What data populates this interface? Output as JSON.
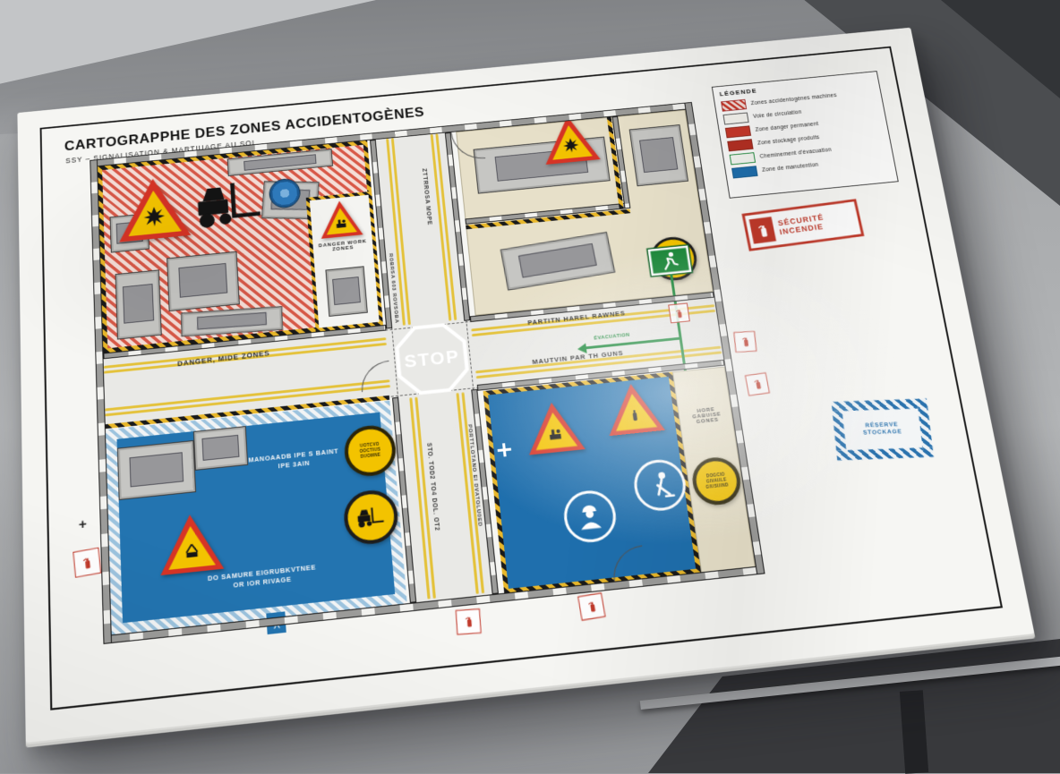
{
  "title": {
    "main": "CARTOGRAPPHE DES ZONES ACCIDENTOGÈNES",
    "sub": "SSY – SIGNALISATION & MARTIUAGE AU SOL"
  },
  "legend": {
    "title": "LÉGENDE",
    "items": [
      {
        "label": "Zones accidentogènes machines"
      },
      {
        "label": "Voie de circulation"
      },
      {
        "label": "Zone danger permanent"
      },
      {
        "label": "Zone stockage produits"
      },
      {
        "label": "Cheminement d'évacuation"
      },
      {
        "label": "Zone de manutention"
      }
    ]
  },
  "stamps": {
    "fire": {
      "line1": "SÉCURITÉ",
      "line2": "INCENDIE"
    },
    "blue": {
      "line1": "RÉSERVE",
      "line2": "STOCKAGE"
    }
  },
  "stop": "STOP",
  "plus_mark": "+",
  "zones": {
    "top_left": {
      "sign_label": "DANGER WORK ZONES",
      "zone_label": "DANGER, MIDE ZONES"
    },
    "top_right": {
      "corridor_label_1": "PARTITN HAREL RAWNES",
      "corridor_label_2": "MAUTVIN PAR TH GUNS"
    },
    "bottom_left": {
      "center_label_1": "MANOAADB IPE S BAINT",
      "center_label_2": "IPE 3AIN",
      "bottom_label_1": "DO SAMURE EIGRUBKVTNEE",
      "bottom_label_2": "OR IOR RIVAGE",
      "badge": {
        "line1": "UOTCVO",
        "line2": "OOCTIUS",
        "line3": "DUOMNE"
      }
    },
    "bottom_right": {
      "area_label_1": "HORE GABUISE",
      "area_label_2": "GONES",
      "badge": {
        "line1": "DOGCIO",
        "line2": "GIVAULE",
        "line3": "GIUSUIND"
      }
    }
  },
  "corridors": {
    "top_vertical": "ZTTRROSA MOPE",
    "top_vertical_2": "ROBRSA 603 ROVSOBA",
    "bottom_vertical_1": "STO. TOD2 TO4 DOL. OT2",
    "bottom_vertical_2": "PORTTLOTANO EI DVATOLU0ED",
    "evacuation_label": "ÉVACUATION"
  },
  "colors": {
    "accent_red": "#c03a2b",
    "zone_red_stripe": "#d6503f",
    "zone_blue": "#1f6fad",
    "zone_beige": "#e7e0c9",
    "safety_yellow": "#f3c300",
    "tape_yellow": "#e8b72a",
    "evac_green": "#1e8a3c"
  }
}
